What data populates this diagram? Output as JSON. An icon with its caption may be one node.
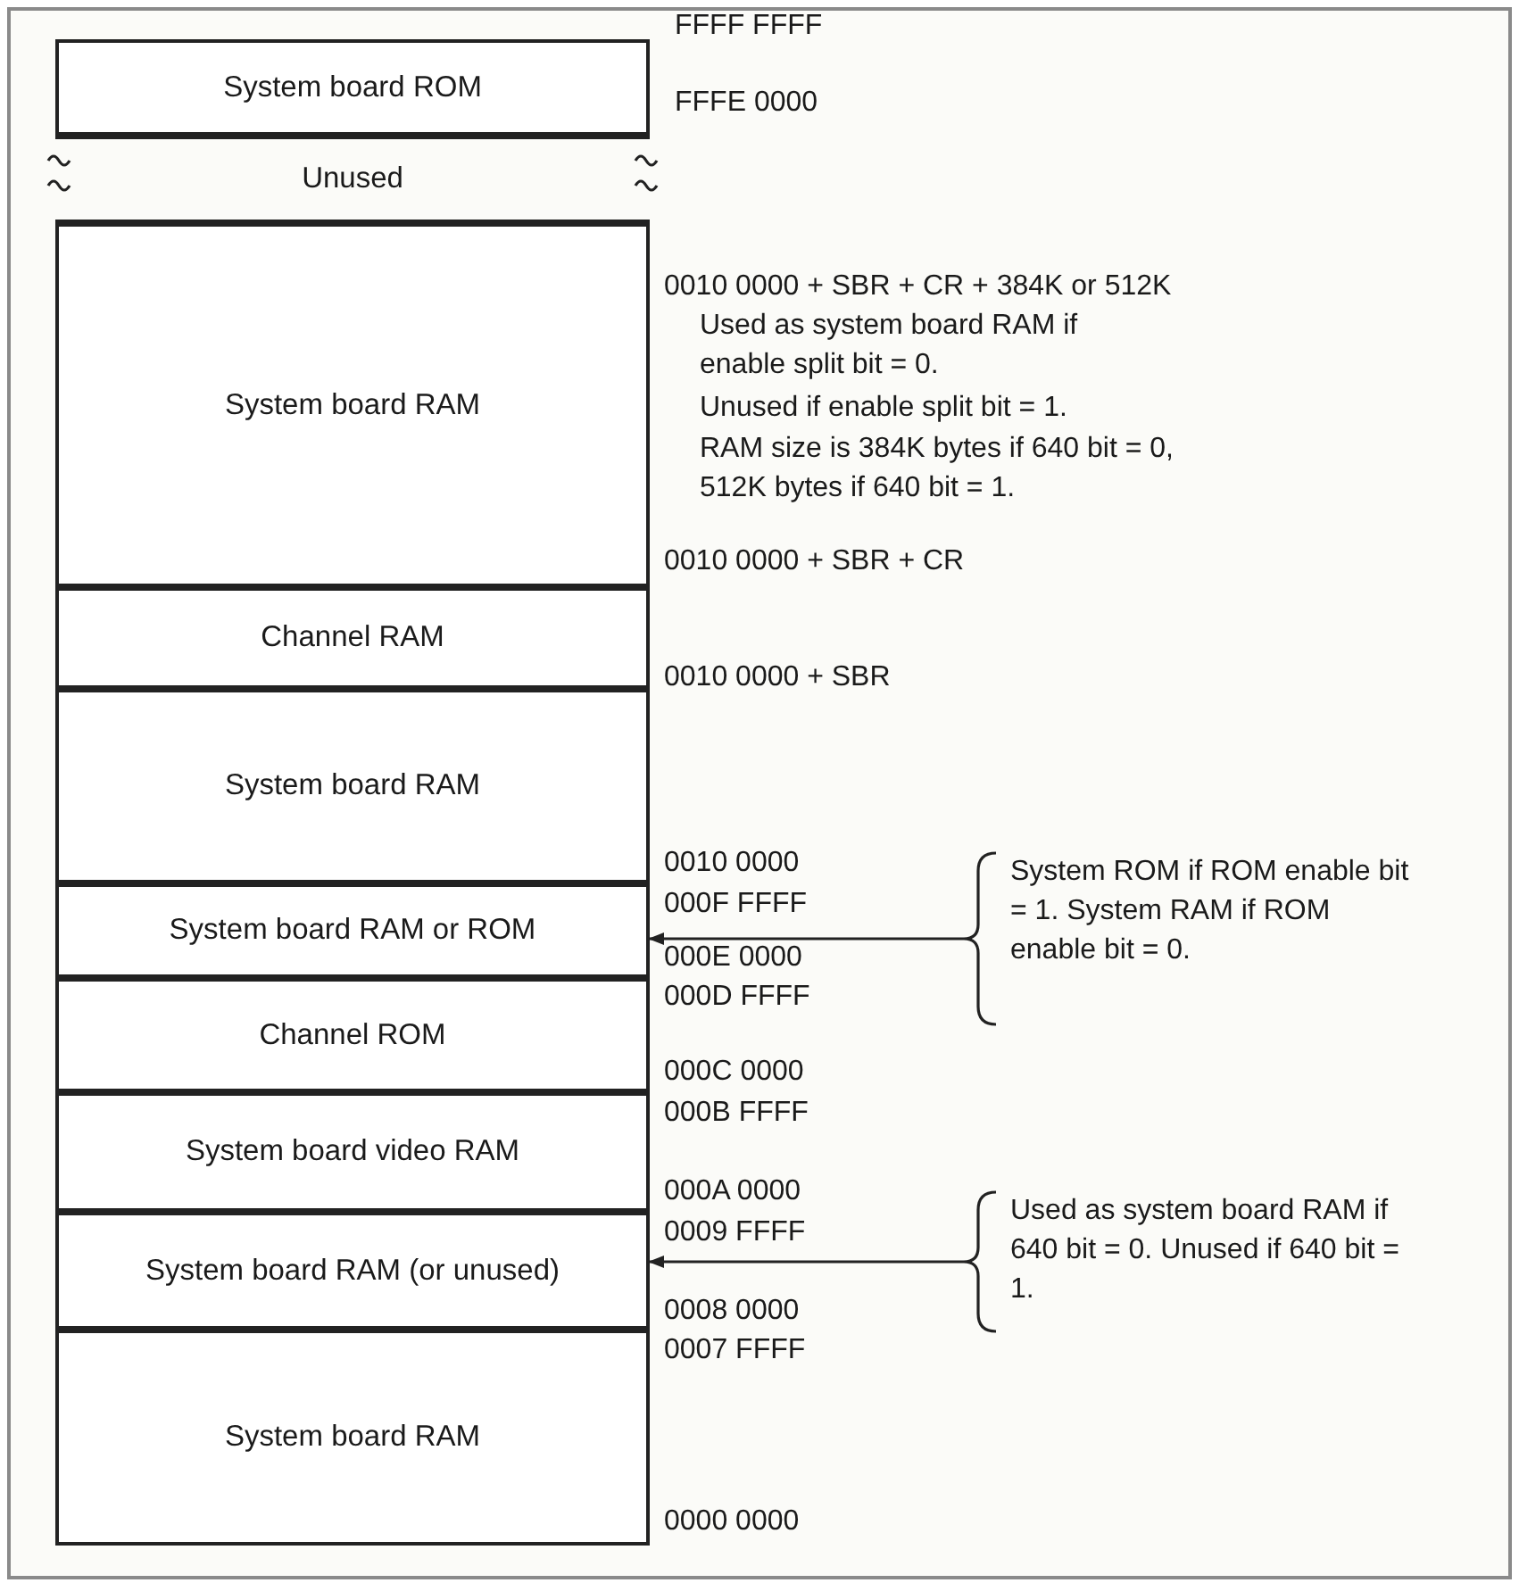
{
  "diagram": {
    "nodes": [
      {
        "text": [
          "System board ROM"
        ]
      },
      {
        "text": [
          "Unused"
        ]
      },
      {
        "text": [
          "System board RAM"
        ]
      },
      {
        "text": [
          "Channel RAM"
        ]
      },
      {
        "text": [
          "System board RAM"
        ]
      },
      {
        "text": [
          "System board RAM or ROM"
        ]
      },
      {
        "text": [
          "Channel ROM"
        ]
      },
      {
        "text": [
          "System board video RAM"
        ]
      },
      {
        "text": [
          "System board RAM (or unused)"
        ]
      },
      {
        "text": [
          "System board RAM"
        ]
      },
      {
        "text": [
          "System ROM if ROM enable bit = 1. System RAM if ROM enable bit = 0."
        ]
      },
      {
        "text": [
          "Used as system board RAM if 640 bit = 0. Unused if 640 bit = 1."
        ]
      }
    ],
    "edges": [
      {
        "from": 10,
        "to": 5,
        "arrow": "to"
      },
      {
        "from": 11,
        "to": 8,
        "arrow": "to"
      }
    ],
    "labels": [
      "FFFF FFFF",
      "FFFE 0000",
      "0010 0000 + SBR + CR + 384K or 512K",
      "Used as system board RAM if enable split bit = 0.",
      "Unused if enable split bit = 1.",
      "RAM size is 384K bytes if 640 bit = 0, 512K bytes if 640 bit = 1.",
      "0010 0000 + SBR + CR",
      "0010 0000 + SBR",
      "0010 0000",
      "000F FFFF",
      "000E 0000",
      "000D FFFF",
      "000C 0000",
      "000B FFFF",
      "000A 0000",
      "0009 FFFF",
      "0008 0000",
      "0007 FFFF",
      "0000 0000"
    ]
  }
}
